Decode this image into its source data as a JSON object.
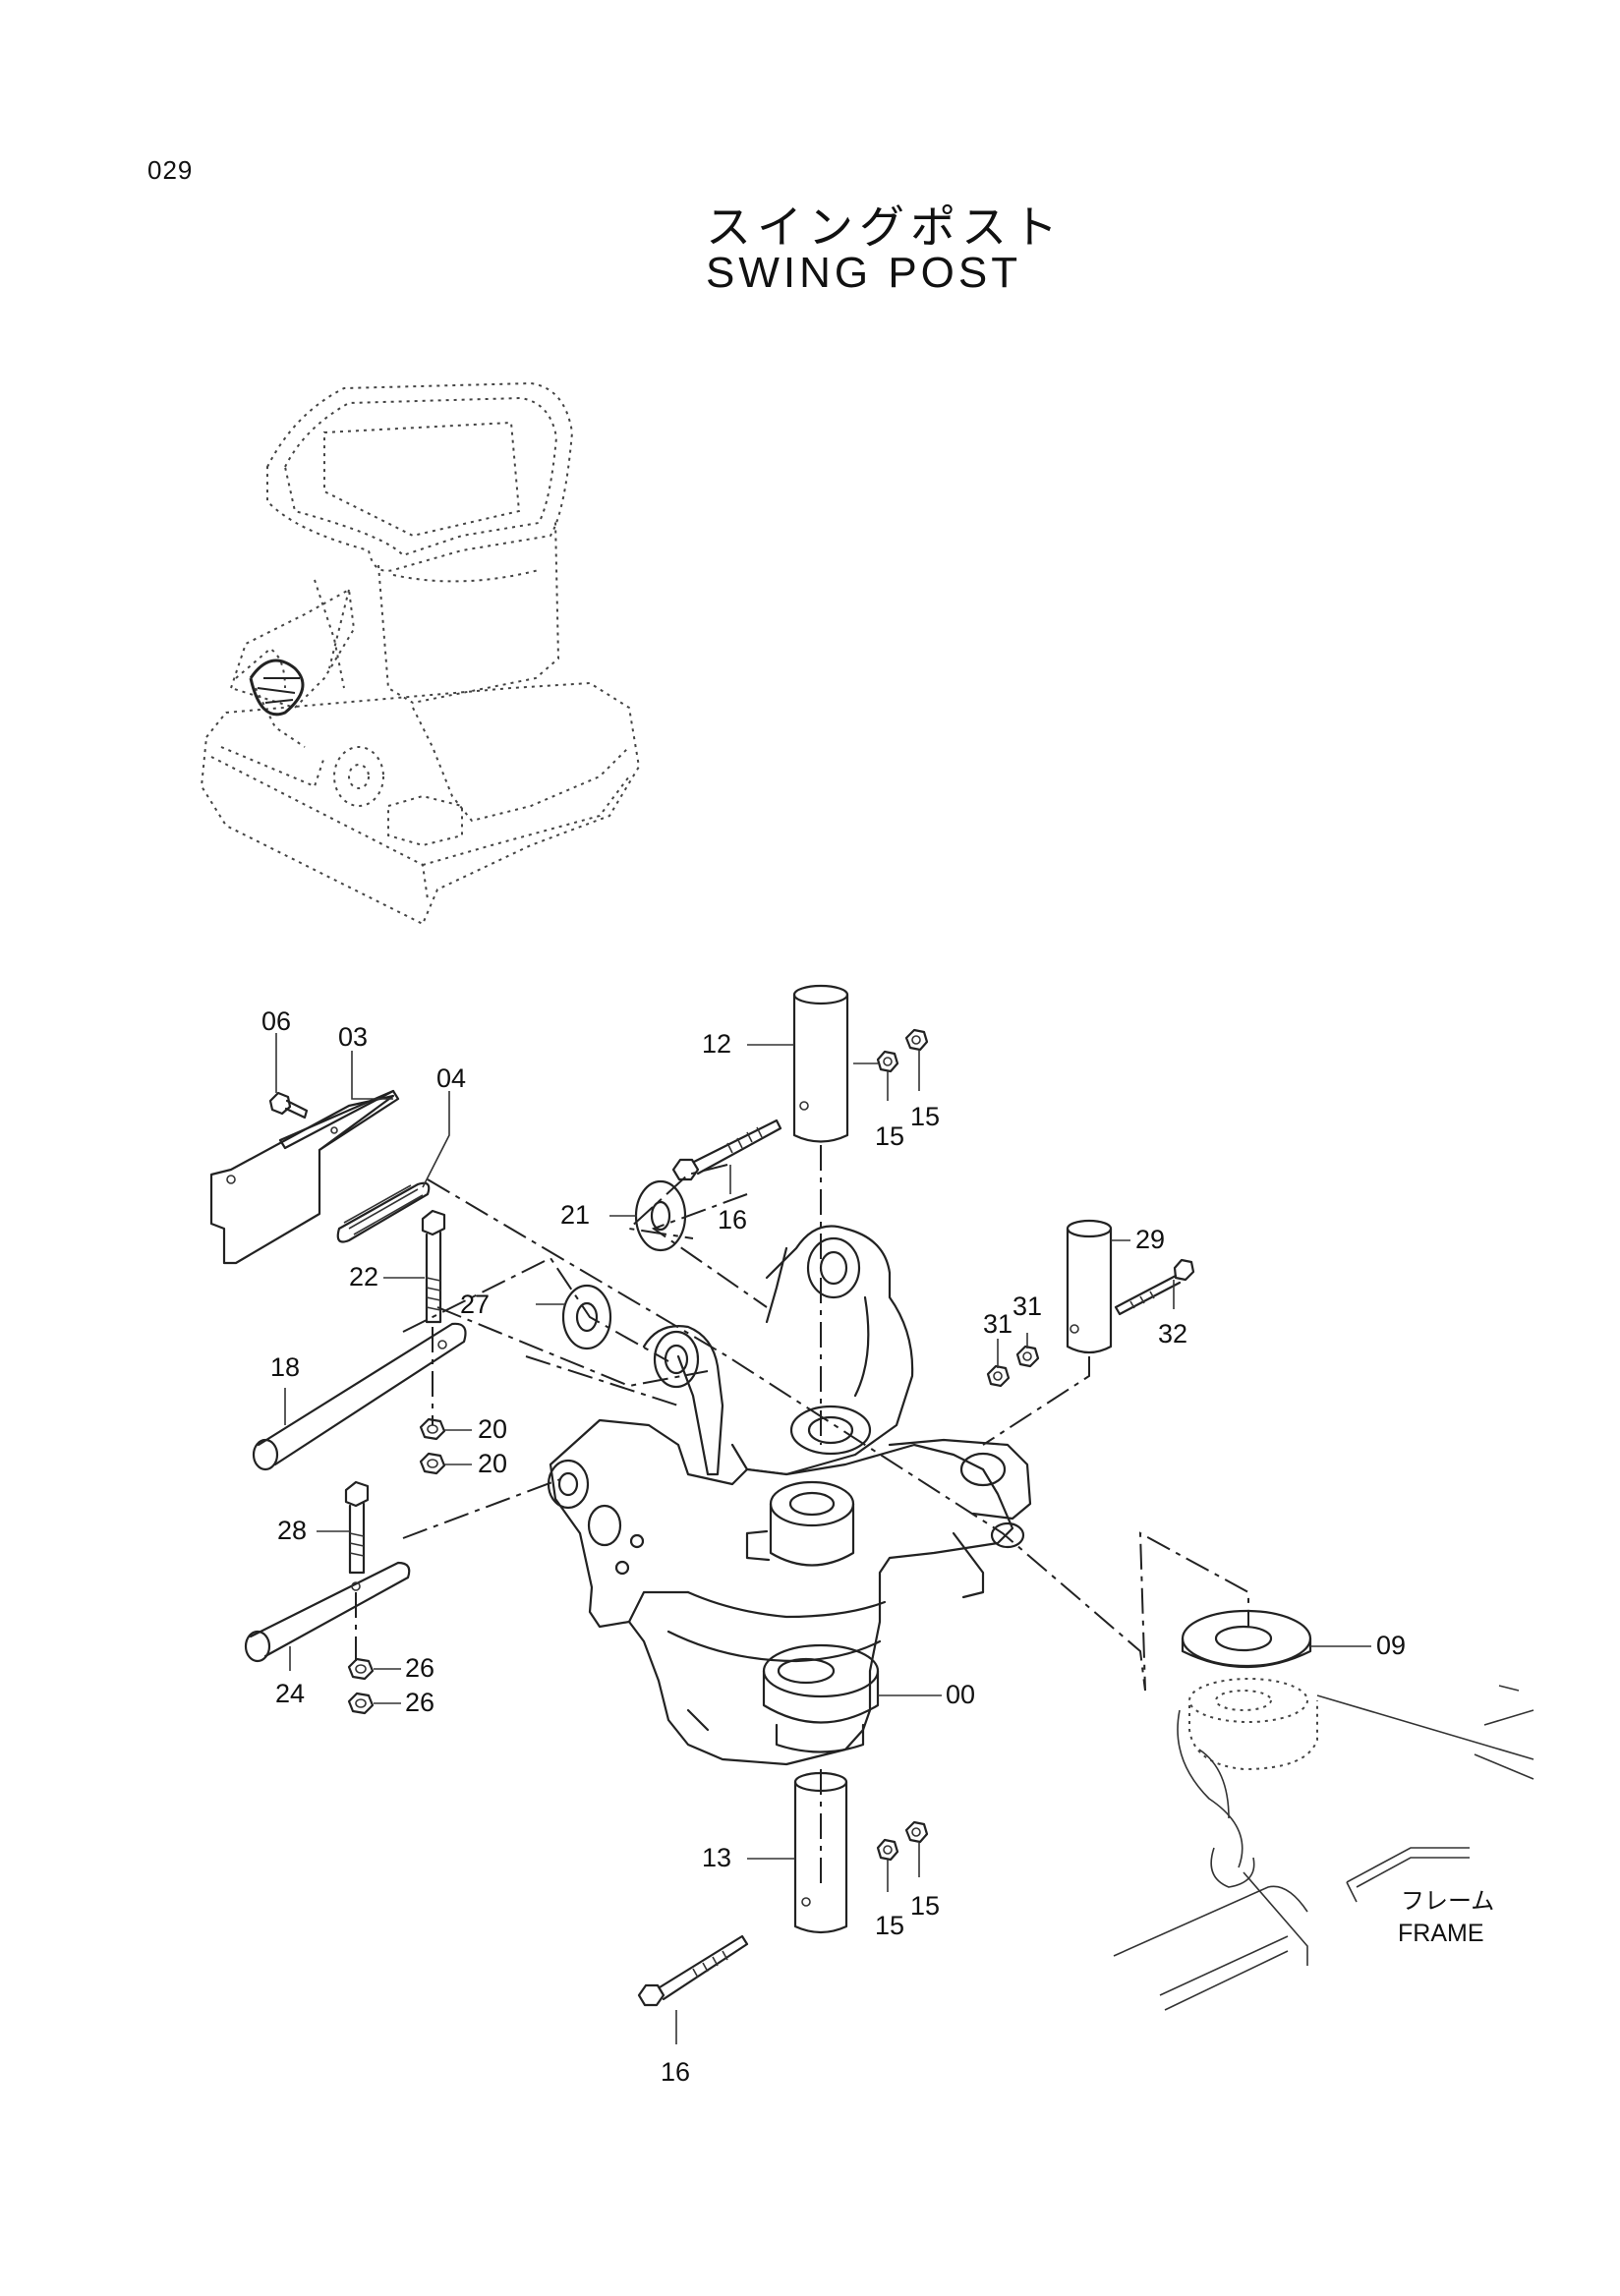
{
  "page_number": "029",
  "title_jp": "スイングポスト",
  "title_en": "SWING POST",
  "frame_label_jp": "フレーム",
  "frame_label_en": "FRAME",
  "callouts": {
    "p00": "00",
    "p03": "03",
    "p04": "04",
    "p06": "06",
    "p09": "09",
    "p12": "12",
    "p13": "13",
    "p15a": "15",
    "p15b": "15",
    "p15c": "15",
    "p15d": "15",
    "p16a": "16",
    "p16b": "16",
    "p18": "18",
    "p20a": "20",
    "p20b": "20",
    "p21": "21",
    "p22": "22",
    "p24": "24",
    "p26a": "26",
    "p26b": "26",
    "p27": "27",
    "p28": "28",
    "p29": "29",
    "p31a": "31",
    "p31b": "31",
    "p32": "32"
  }
}
